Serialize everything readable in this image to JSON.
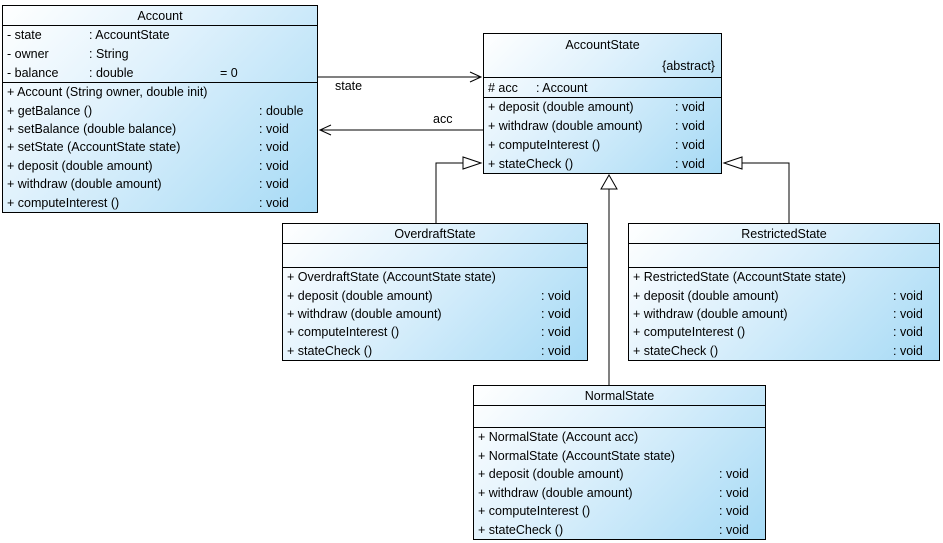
{
  "diagram": {
    "background": "#ffffff",
    "box_fill_start": "#ffffff",
    "box_fill_end": "#a6daf5",
    "border_color": "#000000"
  },
  "classes": {
    "account": {
      "title": "Account",
      "attributes": [
        {
          "name": "- state",
          "type": ": AccountState",
          "default": ""
        },
        {
          "name": "- owner",
          "type": ": String",
          "default": ""
        },
        {
          "name": "- balance",
          "type": ": double",
          "default": "= 0"
        }
      ],
      "methods": [
        {
          "label": "+ Account (String owner, double init)",
          "returns": ""
        },
        {
          "label": "+ getBalance ()",
          "returns": ": double"
        },
        {
          "label": "+ setBalance (double balance)",
          "returns": ": void"
        },
        {
          "label": "+ setState (AccountState state)",
          "returns": ": void"
        },
        {
          "label": "+ deposit (double amount)",
          "returns": ": void"
        },
        {
          "label": "+ withdraw (double amount)",
          "returns": ": void"
        },
        {
          "label": "+ computeInterest ()",
          "returns": ": void"
        }
      ]
    },
    "accountState": {
      "title": "AccountState",
      "stereotype": "{abstract}",
      "attributes": [
        {
          "name": "# acc",
          "type": ": Account",
          "default": ""
        }
      ],
      "methods": [
        {
          "label": "+ deposit (double amount)",
          "returns": ": void"
        },
        {
          "label": "+ withdraw (double amount)",
          "returns": ": void"
        },
        {
          "label": "+ computeInterest ()",
          "returns": ": void"
        },
        {
          "label": "+ stateCheck ()",
          "returns": ": void"
        }
      ]
    },
    "overdraftState": {
      "title": "OverdraftState",
      "methods": [
        {
          "label": "+ OverdraftState (AccountState state)",
          "returns": ""
        },
        {
          "label": "+ deposit (double amount)",
          "returns": ": void"
        },
        {
          "label": "+ withdraw (double amount)",
          "returns": ": void"
        },
        {
          "label": "+ computeInterest ()",
          "returns": ": void"
        },
        {
          "label": "+ stateCheck ()",
          "returns": ": void"
        }
      ]
    },
    "restrictedState": {
      "title": "RestrictedState",
      "methods": [
        {
          "label": "+ RestrictedState (AccountState state)",
          "returns": ""
        },
        {
          "label": "+ deposit (double amount)",
          "returns": ": void"
        },
        {
          "label": "+ withdraw (double amount)",
          "returns": ": void"
        },
        {
          "label": "+ computeInterest ()",
          "returns": ": void"
        },
        {
          "label": "+ stateCheck ()",
          "returns": ": void"
        }
      ]
    },
    "normalState": {
      "title": "NormalState",
      "methods": [
        {
          "label": "+ NormalState (Account acc)",
          "returns": ""
        },
        {
          "label": "+ NormalState (AccountState state)",
          "returns": ""
        },
        {
          "label": "+ deposit (double amount)",
          "returns": ": void"
        },
        {
          "label": "+ withdraw (double amount)",
          "returns": ": void"
        },
        {
          "label": "+ computeInterest ()",
          "returns": ": void"
        },
        {
          "label": "+ stateCheck ()",
          "returns": ": void"
        }
      ]
    }
  },
  "connectors": {
    "state_label": "state",
    "acc_label": "acc"
  }
}
